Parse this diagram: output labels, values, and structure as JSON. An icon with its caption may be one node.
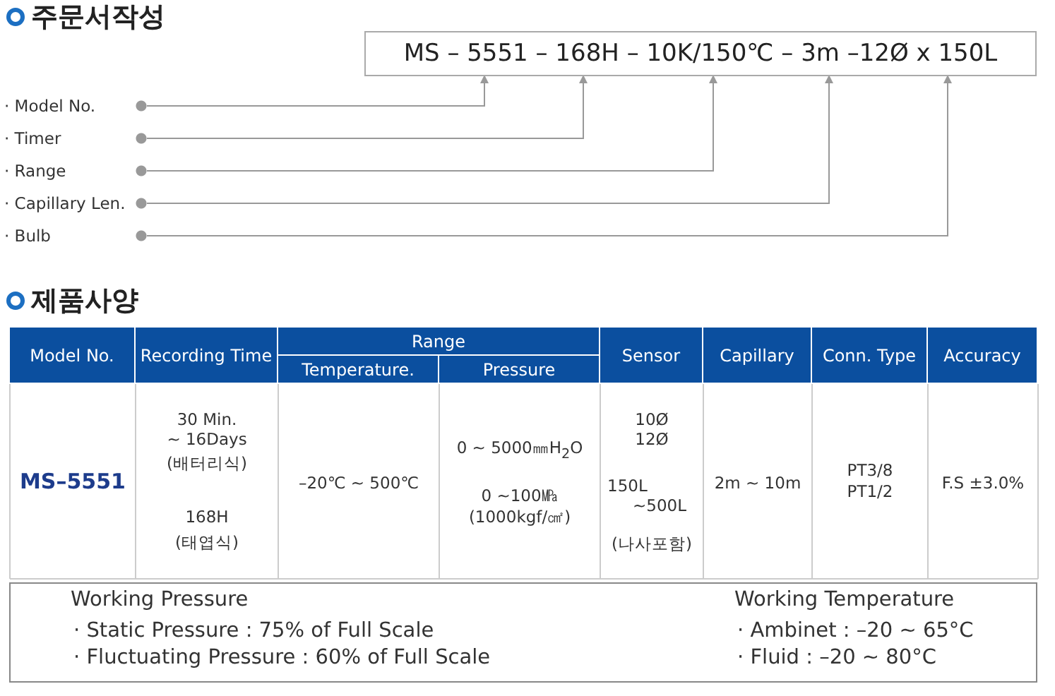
{
  "diagram": {
    "nodes": [
      {
        "text": [
          "MS – 5551 – 168H – 10K/150℃ – 3m –12Ø x 150L"
        ]
      },
      {
        "text": [
          "· Model No."
        ]
      },
      {
        "text": [
          "· Timer"
        ]
      },
      {
        "text": [
          "· Range"
        ]
      },
      {
        "text": [
          "· Capillary Len."
        ]
      },
      {
        "text": [
          "· Bulb"
        ]
      }
    ],
    "edges": [
      {
        "from": 1,
        "to": 0,
        "arrow": "to"
      },
      {
        "from": 2,
        "to": 0,
        "arrow": "to"
      },
      {
        "from": 3,
        "to": 0,
        "arrow": "to"
      },
      {
        "from": 4,
        "to": 0,
        "arrow": "to"
      },
      {
        "from": 5,
        "to": 0,
        "arrow": "to"
      }
    ],
    "labels": [
      "주문서작성",
      "제품사양",
      "Model No.",
      "Recording Time",
      "Range",
      "Sensor",
      "Capillary",
      "Conn. Type",
      "Accuracy",
      "Temperature.",
      "Pressure",
      "MS–5551",
      "30 Min.",
      "~ 16Days",
      "(배터리식)",
      "168H",
      "(태엽식)",
      "–20℃ ~ 500℃",
      "0 ~ 5000㎜H$_{2}$O",
      "0 ~100㎫",
      "(1000kgf/㎠)",
      "10Ø",
      "12Ø",
      "150L",
      "~500L",
      "(나사포함)",
      "2m ~ 10m",
      "PT3/8",
      "PT1/2",
      "F.S ±3.0%",
      "Working Pressure",
      "· Static Pressure : 75% of Full Scale",
      "· Fluctuating Pressure : 60% of Full Scale",
      "Working Temperature",
      "· Ambinet : –20 ~ 65°C",
      "· Fluid : –20 ~ 80°C"
    ]
  }
}
